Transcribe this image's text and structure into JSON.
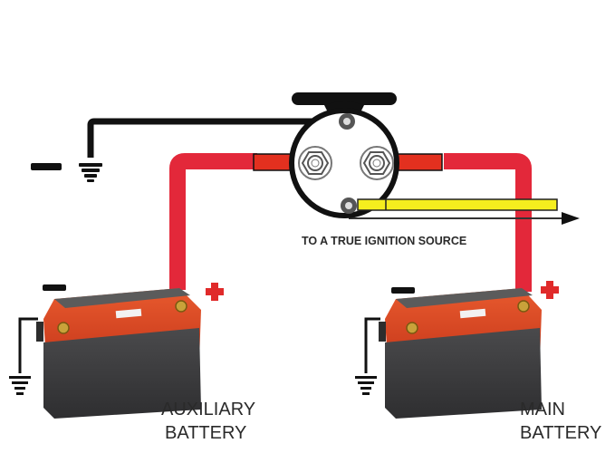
{
  "diagram": {
    "title": "Dual battery isolator wiring",
    "labels": {
      "ignition": "TO A TRUE IGNITION SOURCE",
      "aux_line1": "AUXILIARY",
      "aux_line2": "BATTERY",
      "main_line1": "MAIN",
      "main_line2": "BATTERY"
    },
    "symbols": {
      "negative": "minus-sign",
      "positive": "plus-sign",
      "ground": "ground-symbol"
    },
    "colors": {
      "positive_cable": "#e3283a",
      "negative_cable": "#111111",
      "ignition_wire": "#f5ee1e",
      "battery_top": "#d9401f",
      "battery_body": "#3b3b3d",
      "plus_sign": "#e02a2a"
    }
  }
}
